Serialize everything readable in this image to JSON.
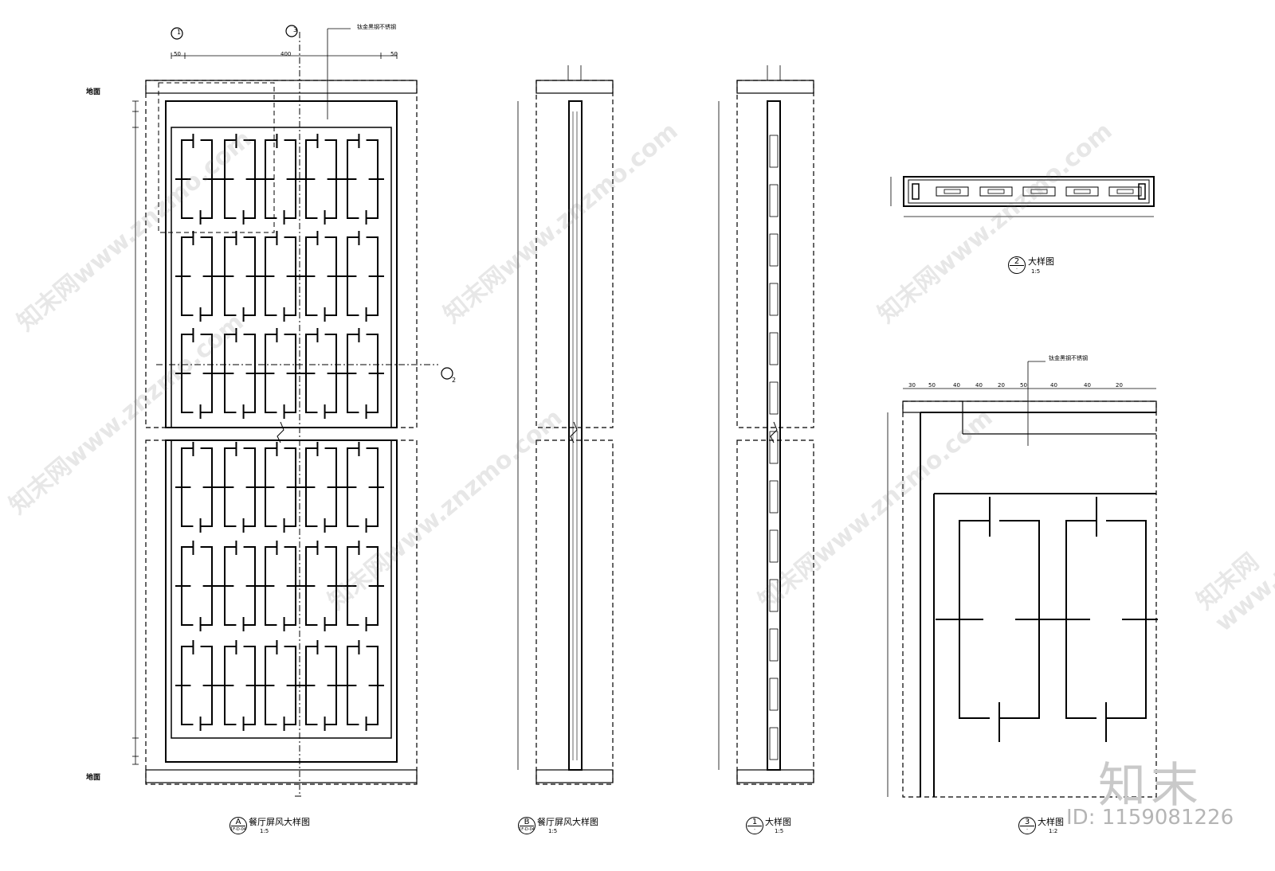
{
  "drawing": {
    "views": [
      {
        "id": "A",
        "title": "餐厅屏风大样图",
        "scale": "1:5",
        "ref": "1F-D-04"
      },
      {
        "id": "B",
        "title": "餐厅屏风大样图",
        "scale": "1:5",
        "ref": "1F-D-04"
      },
      {
        "id": "1",
        "title": "大样图",
        "scale": "1:5",
        "ref": "-"
      },
      {
        "id": "2",
        "title": "大样图",
        "scale": "1:5",
        "ref": "-"
      },
      {
        "id": "3",
        "title": "大样图",
        "scale": "1:2",
        "ref": "-"
      }
    ],
    "callouts": {
      "material_a": "钛金黑钢不锈钢",
      "material_b": "钛金黑钢不锈钢"
    },
    "section_markers": {
      "top_left": "1",
      "top_right": "3",
      "right_mid": "2"
    },
    "level_marks": {
      "top": "地面",
      "bottom": "地面"
    },
    "dims_top": [
      "50",
      "400",
      "50"
    ],
    "dims_detail3_top": [
      "30",
      "50",
      "40",
      "40",
      "20",
      "50",
      "40",
      "40",
      "20"
    ]
  },
  "watermark": {
    "text": "知末网www.znzmo.com"
  },
  "branding": {
    "logo": "知末",
    "image_id": "ID: 1159081226"
  }
}
